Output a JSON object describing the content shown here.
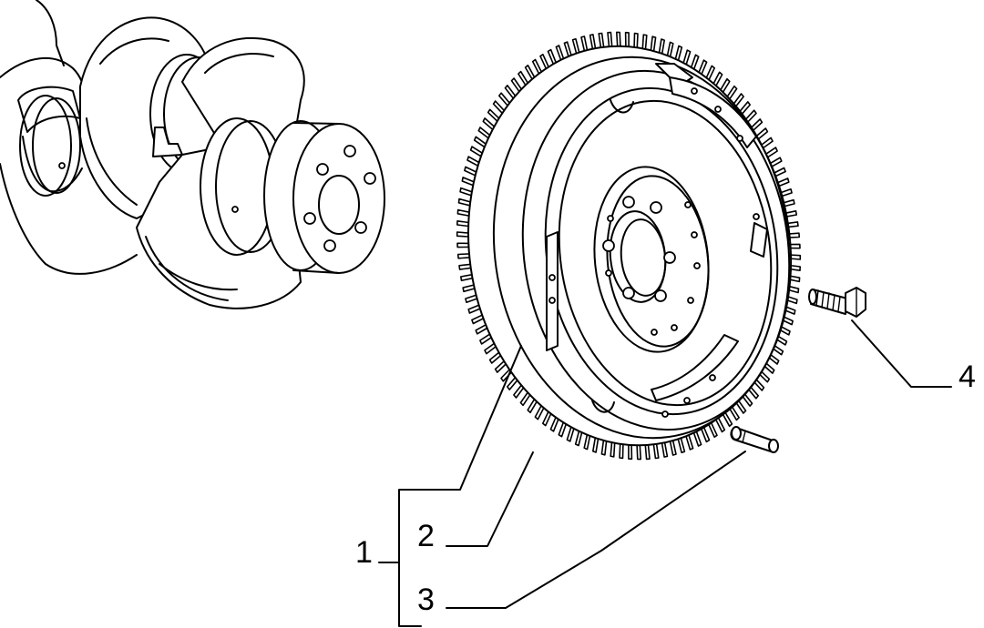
{
  "callouts": [
    {
      "id": "1",
      "text": "1"
    },
    {
      "id": "2",
      "text": "2"
    },
    {
      "id": "3",
      "text": "3"
    },
    {
      "id": "4",
      "text": "4"
    }
  ],
  "parts": {
    "crankshaft": "crankshaft",
    "flywheel": "flywheel",
    "ring_gear": "ring-gear",
    "dowel_pin": "dowel-pin",
    "bolt": "flywheel-bolt"
  },
  "colors": {
    "stroke": "#000000",
    "background": "#ffffff"
  }
}
